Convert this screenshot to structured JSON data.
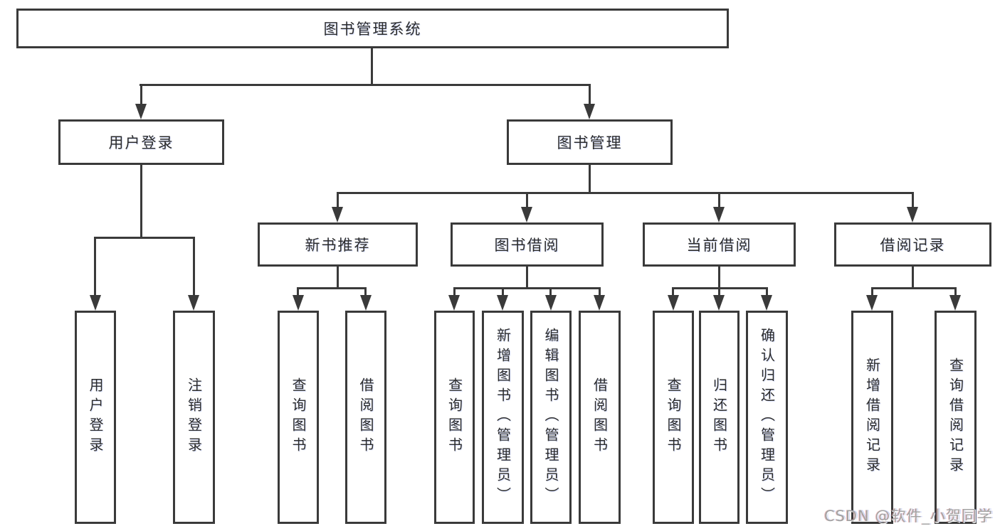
{
  "diagram": {
    "title_note": "functional structure diagram",
    "root": {
      "label": "图书管理系统"
    },
    "level2": [
      {
        "label": "用户登录"
      },
      {
        "label": "图书管理"
      }
    ],
    "level3": [
      {
        "label": "新书推荐",
        "parent": "图书管理"
      },
      {
        "label": "图书借阅",
        "parent": "图书管理"
      },
      {
        "label": "当前借阅",
        "parent": "图书管理"
      },
      {
        "label": "借阅记录",
        "parent": "图书管理"
      }
    ],
    "leaves": [
      {
        "label": "用户登录",
        "parent": "用户登录"
      },
      {
        "label": "注销登录",
        "parent": "用户登录"
      },
      {
        "label": "查询图书",
        "parent": "新书推荐"
      },
      {
        "label": "借阅图书",
        "parent": "新书推荐"
      },
      {
        "label": "查询图书",
        "parent": "图书借阅"
      },
      {
        "label": "新增图书（管理员）",
        "parent": "图书借阅"
      },
      {
        "label": "编辑图书（管理员）",
        "parent": "图书借阅"
      },
      {
        "label": "借阅图书",
        "parent": "图书借阅"
      },
      {
        "label": "查询图书",
        "parent": "当前借阅"
      },
      {
        "label": "归还图书",
        "parent": "当前借阅"
      },
      {
        "label": "确认归还（管理员）",
        "parent": "当前借阅"
      },
      {
        "label": "新增借阅记录",
        "parent": "借阅记录"
      },
      {
        "label": "查询借阅记录",
        "parent": "借阅记录"
      }
    ],
    "colors": {
      "line": "#3a3a3a",
      "text": "#2c2c2c",
      "background": "#ffffff",
      "watermark": "#a3a3a3"
    },
    "watermark": "CSDN @软件_小贺同学"
  }
}
